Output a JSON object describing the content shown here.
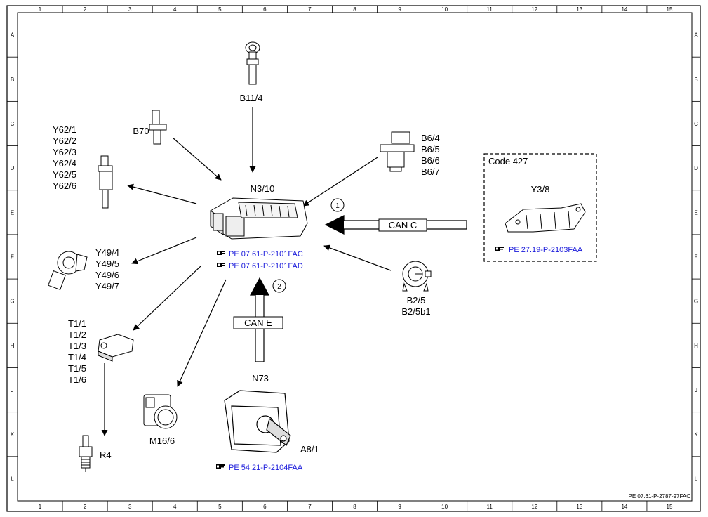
{
  "grid": {
    "columns": [
      "1",
      "2",
      "3",
      "4",
      "5",
      "6",
      "7",
      "8",
      "9",
      "10",
      "11",
      "12",
      "13",
      "14",
      "15"
    ],
    "rows": [
      "A",
      "B",
      "C",
      "D",
      "E",
      "F",
      "G",
      "H",
      "J",
      "K",
      "L"
    ]
  },
  "ecu": {
    "name": "N3/10",
    "refs": [
      "PE 07.61-P-2101FAC",
      "PE 07.61-P-2101FAD"
    ]
  },
  "components": {
    "b11_4": "B11/4",
    "b70": "B70",
    "b6": [
      "B6/4",
      "B6/5",
      "B6/6",
      "B6/7"
    ],
    "y62": [
      "Y62/1",
      "Y62/2",
      "Y62/3",
      "Y62/4",
      "Y62/5",
      "Y62/6"
    ],
    "y49": [
      "Y49/4",
      "Y49/5",
      "Y49/6",
      "Y49/7"
    ],
    "t1": [
      "T1/1",
      "T1/2",
      "T1/3",
      "T1/4",
      "T1/5",
      "T1/6"
    ],
    "r4": "R4",
    "m16_6": "M16/6",
    "n73": "N73",
    "a8_1": "A8/1",
    "n73_ref": "PE 54.21-P-2104FAA",
    "b2_5": [
      "B2/5",
      "B2/5b1"
    ]
  },
  "code_box": {
    "title": "Code 427",
    "component": "Y3/8",
    "ref": "PE 27.19-P-2103FAA"
  },
  "buses": {
    "can_c": {
      "label": "CAN C",
      "marker": "1"
    },
    "can_e": {
      "label": "CAN E",
      "marker": "2"
    }
  },
  "footer": "PE 07.61-P-2787-97FAC"
}
